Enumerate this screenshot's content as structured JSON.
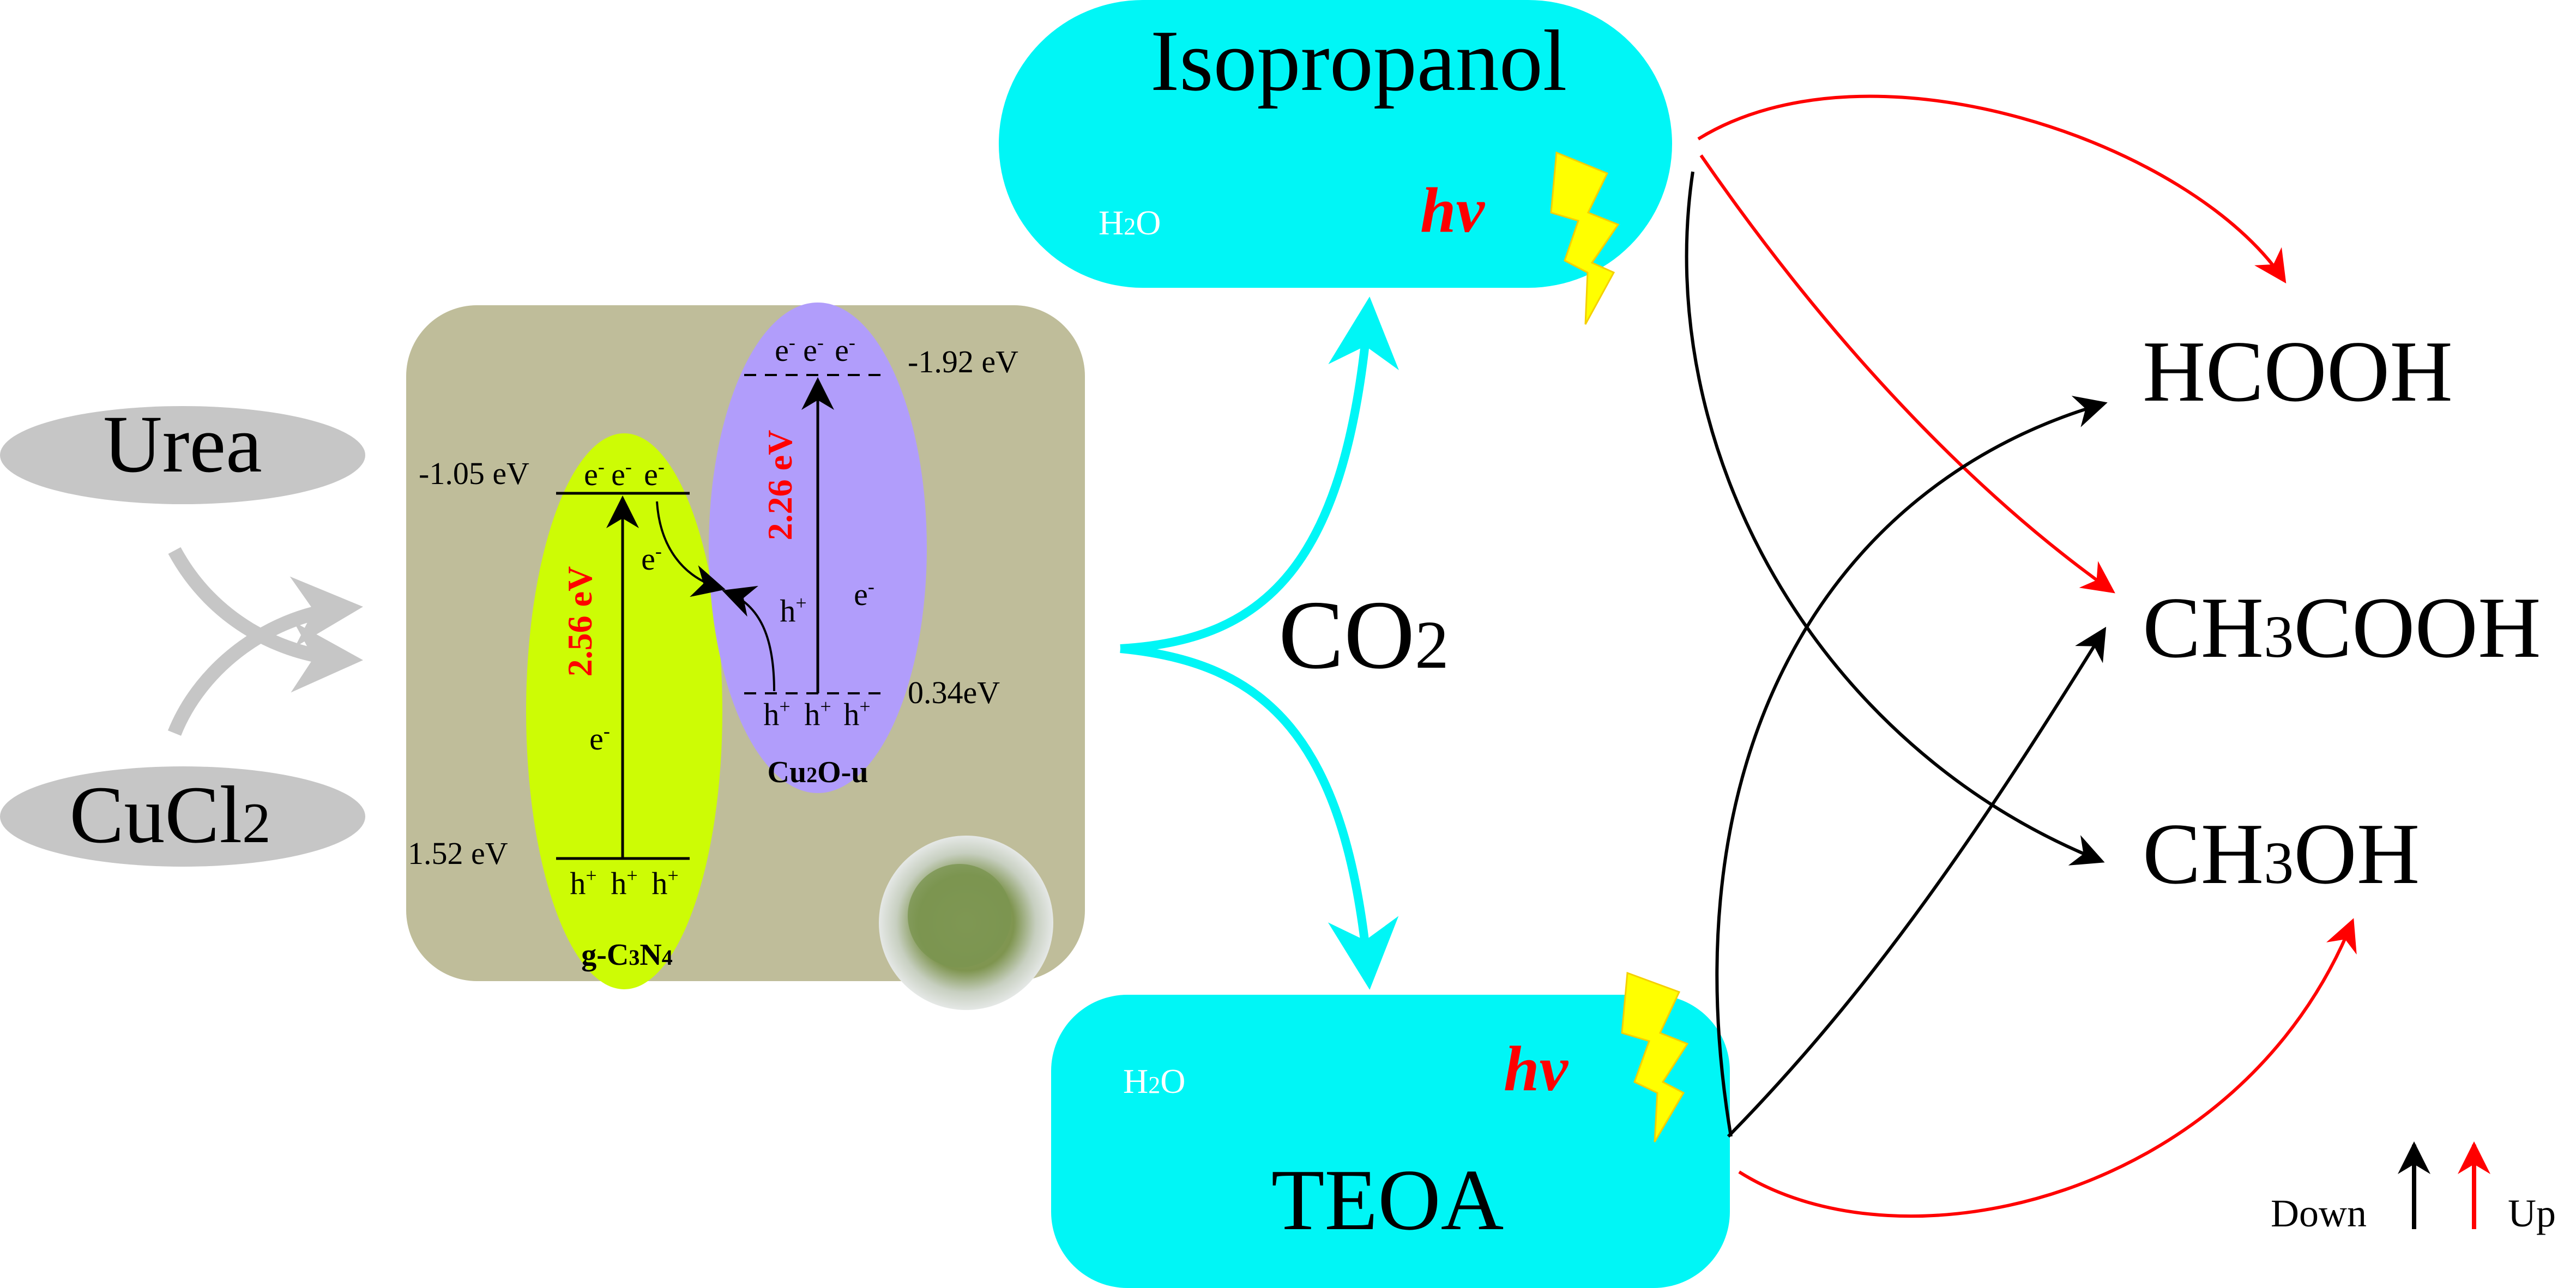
{
  "reactants": {
    "urea": "Urea",
    "cucl2": "CuCl",
    "cucl2_sub": "2"
  },
  "photocatalyst": {
    "gc3n4": {
      "label_a": "g-C",
      "label_sub1": "3",
      "label_b": "N",
      "label_sub2": "4",
      "cb_potential": "-1.05 eV",
      "vb_potential": "1.52 eV",
      "band_gap": "2.56 eV",
      "electron": "e",
      "hole": "h"
    },
    "cu2o": {
      "label_a": "Cu",
      "label_sub": "2",
      "label_b": "O-u",
      "cb_potential": "-1.92 eV",
      "vb_potential": "0.34eV",
      "band_gap": "2.26 eV",
      "electron": "e",
      "hole": "h"
    }
  },
  "center": {
    "co2_a": "CO",
    "co2_sub": "2"
  },
  "solvents": {
    "top": {
      "name": "Isopropanol",
      "water": "H",
      "water_sub": "2",
      "water_b": "O",
      "light": "hv"
    },
    "bottom": {
      "name": "TEOA",
      "water": "H",
      "water_sub": "2",
      "water_b": "O",
      "light": "hv"
    }
  },
  "products": {
    "hcooh": "HCOOH",
    "ch3cooh_a": "CH",
    "ch3cooh_sub": "3",
    "ch3cooh_b": "COOH",
    "ch3oh_a": "CH",
    "ch3oh_sub": "3",
    "ch3oh_b": "OH"
  },
  "legend": {
    "down": "Down",
    "up": "Up"
  },
  "colors": {
    "cyan": "#00f6f6",
    "panel": "#bfbd9a",
    "green": "#cdfc05",
    "purple": "#b19dfb",
    "gray": "#c6c6c6",
    "red": "#ff0000",
    "yellow": "#ffff00"
  }
}
